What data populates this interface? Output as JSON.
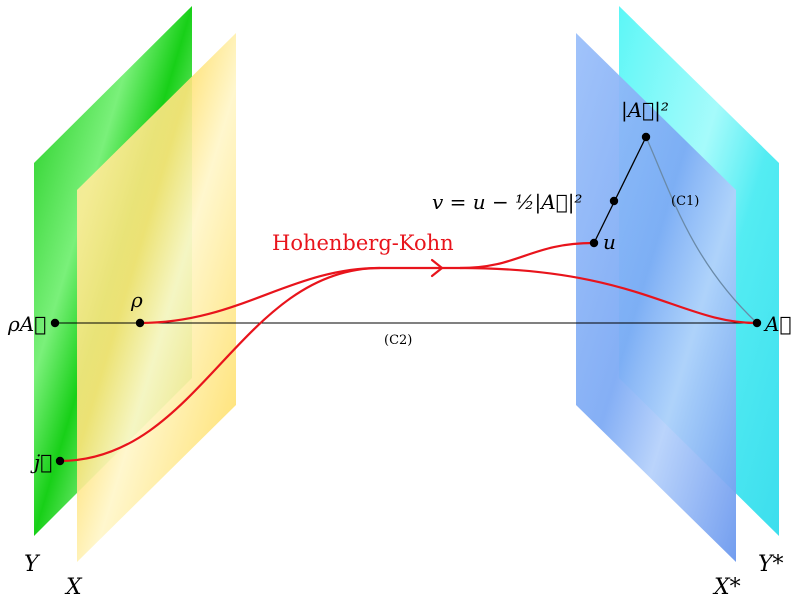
{
  "planes": {
    "y": {
      "label": "Y",
      "color": "#22d822"
    },
    "x": {
      "label": "X",
      "color": "#ffe060"
    },
    "x_star": {
      "label": "X*",
      "color": "#6f9ff5"
    },
    "y_star": {
      "label": "Y*",
      "color": "#22f2f2"
    }
  },
  "points": {
    "rho_a": "ρA⃗",
    "rho": "ρ",
    "j": "j⃗",
    "u": "u",
    "a": "A⃗",
    "a_sq": "|A⃗|²",
    "v": "v = u − ½|A⃗|²"
  },
  "curves": {
    "hk": "Hohenberg-Kohn",
    "c1": "(C1)",
    "c2": "(C2)"
  },
  "colors": {
    "hk_curve": "#e8141c",
    "line": "#000000",
    "c1_curve": "#6a8aa8"
  }
}
